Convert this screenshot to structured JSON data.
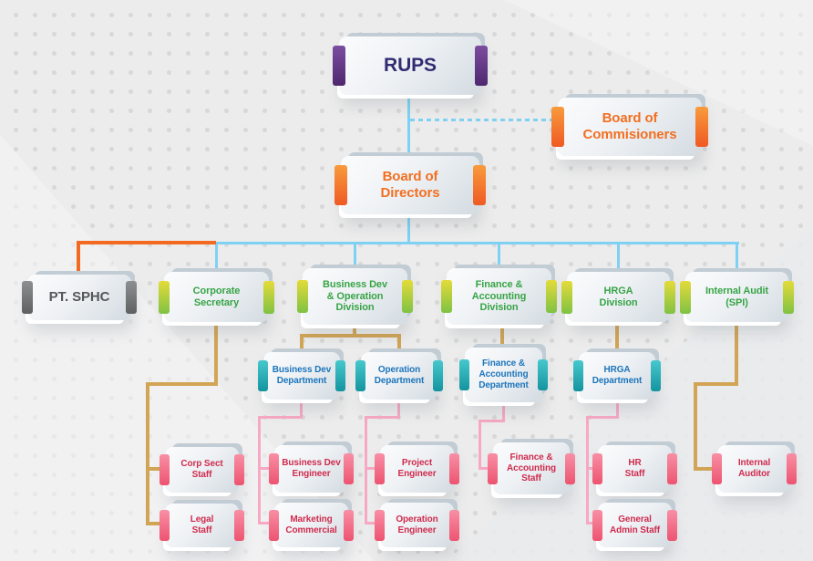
{
  "org_chart": {
    "nodes": {
      "rups": {
        "label": "RUPS"
      },
      "board_of_commisioners": {
        "label": "Board of\nCommisioners"
      },
      "board_of_directors": {
        "label": "Board of\nDirectors"
      },
      "pt_sphc": {
        "label": "PT. SPHC"
      },
      "corporate_secretary": {
        "label": "Corporate\nSecretary"
      },
      "business_dev_operation_division": {
        "label": "Business Dev\n& Operation\nDivision"
      },
      "finance_accounting_division": {
        "label": "Finance &\nAccounting\nDivision"
      },
      "hrga_division": {
        "label": "HRGA\nDivision"
      },
      "internal_audit_spi": {
        "label": "Internal Audit\n(SPI)"
      },
      "business_dev_department": {
        "label": "Business Dev\nDepartment"
      },
      "operation_department": {
        "label": "Operation\nDepartment"
      },
      "finance_accounting_department": {
        "label": "Finance &\nAccounting\nDepartment"
      },
      "hrga_department": {
        "label": "HRGA\nDepartment"
      },
      "corp_sect_staff": {
        "label": "Corp Sect\nStaff"
      },
      "legal_staff": {
        "label": "Legal\nStaff"
      },
      "business_dev_engineer": {
        "label": "Business Dev\nEngineer"
      },
      "marketing_commercial": {
        "label": "Marketing\nCommercial"
      },
      "project_engineer": {
        "label": "Project\nEngineer"
      },
      "operation_engineer": {
        "label": "Operation\nEngineer"
      },
      "finance_accounting_staff": {
        "label": "Finance &\nAccounting\nStaff"
      },
      "hr_staff": {
        "label": "HR\nStaff"
      },
      "general_admin_staff": {
        "label": "General\nAdmin Staff"
      },
      "internal_auditor": {
        "label": "Internal\nAuditor"
      }
    },
    "colors": {
      "purple_accent": "#5A3387",
      "orange_accent": "#F26522",
      "gray_accent": "#6E7072",
      "green_text": "#37A446",
      "yellow_green_bar": "#BFD03C",
      "teal_accent": "#1D9FAB",
      "blue_text": "#1C75BC",
      "pink_accent": "#ED5470",
      "crimson_text": "#D02B4E",
      "connector_blue": "#7FD1F4",
      "connector_orange": "#F26A21",
      "connector_tan": "#D2A556",
      "connector_pink": "#F7A9C4",
      "background": "#ECECEC"
    }
  }
}
